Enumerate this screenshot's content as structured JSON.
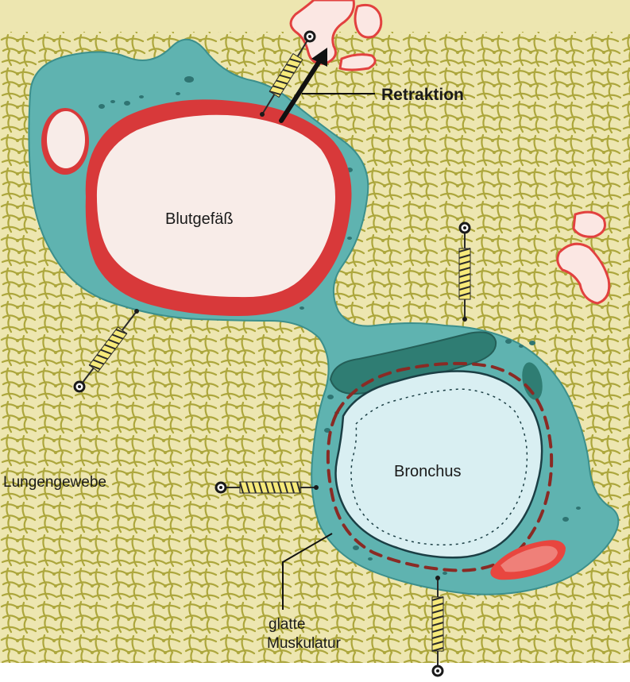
{
  "labels": {
    "retraktion": "Retraktion",
    "blutgefaess": "Blutgefäß",
    "bronchus": "Bronchus",
    "lungengewebe": "Lungengewebe",
    "glatte": "glatte",
    "muskulatur": "Muskulatur"
  },
  "colors": {
    "background": "#ede6b0",
    "tissue_mesh": "#a9a336",
    "sheath": "#5fb3b0",
    "sheath_dark": "#2f8583",
    "vessel_wall": "#d8393a",
    "vessel_lumen": "#f8ece8",
    "bronchus_lumen": "#d9eff2",
    "muscle": "#8a2a24",
    "spring": "#2a2a2a"
  },
  "icons": [
    "spring-icon"
  ]
}
